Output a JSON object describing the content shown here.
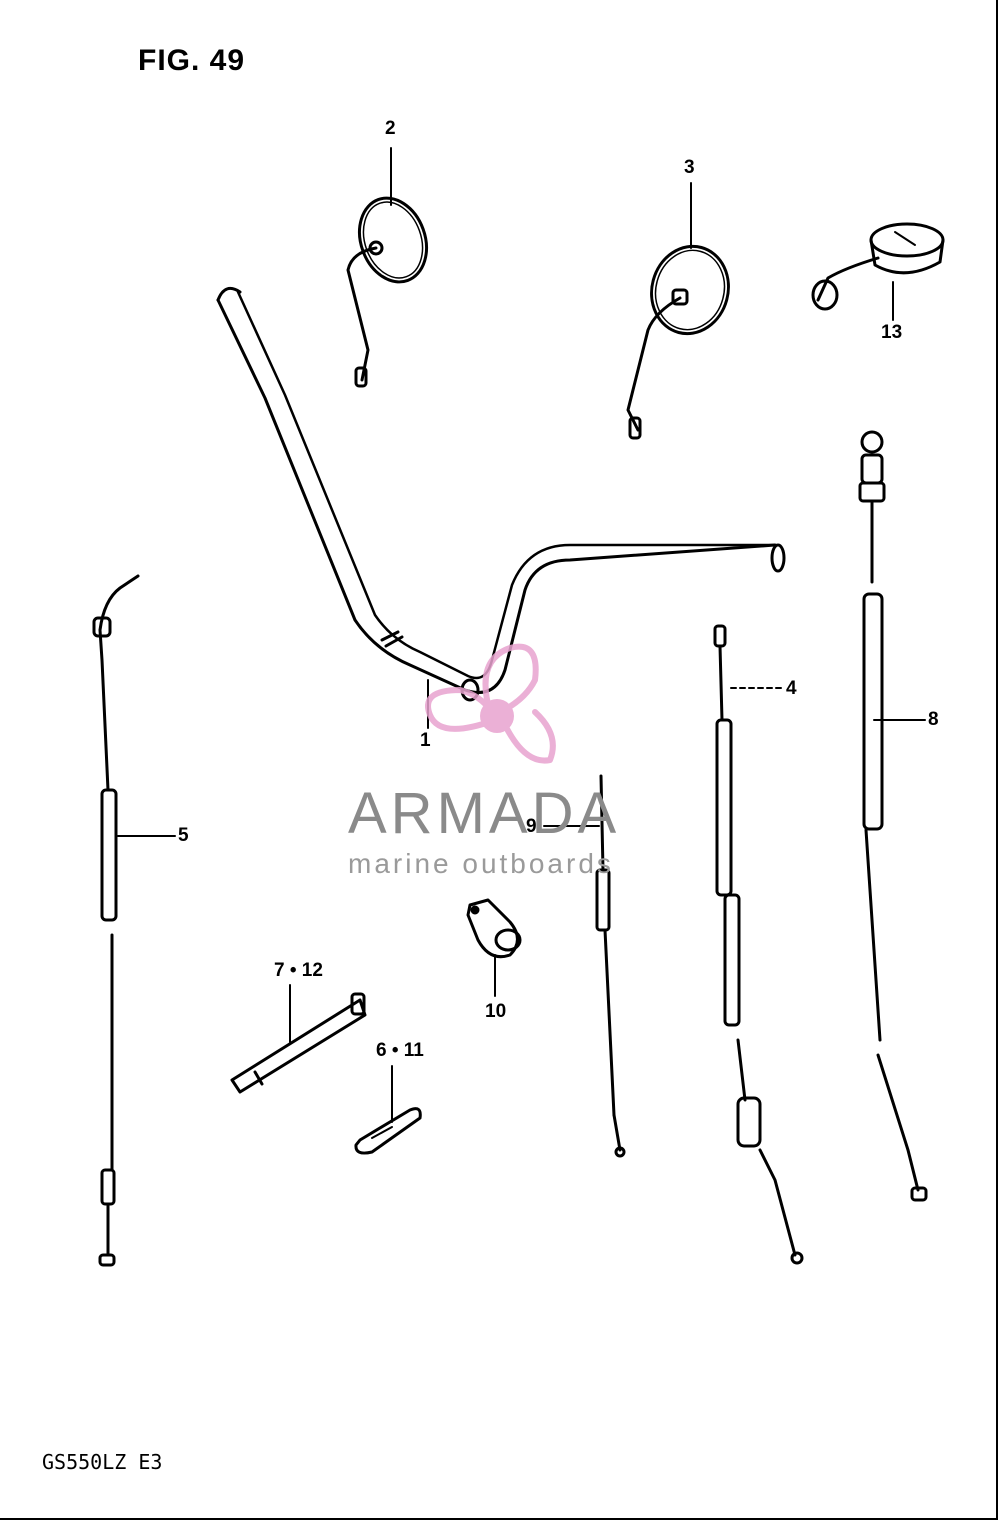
{
  "figure": {
    "title": "FIG. 49",
    "model_code": "GS550LZ  E3"
  },
  "parts": {
    "p1": "1",
    "p2": "2",
    "p3": "3",
    "p4": "4",
    "p5": "5",
    "p6_11": "6 • 11",
    "p7_12": "7 • 12",
    "p8": "8",
    "p9": "9",
    "p10": "10",
    "p13": "13"
  },
  "watermark": {
    "brand": "ARMADA",
    "tagline": "marine outboards",
    "accent_color": "#e8a3cf",
    "text_color": "#8a8a8a"
  }
}
